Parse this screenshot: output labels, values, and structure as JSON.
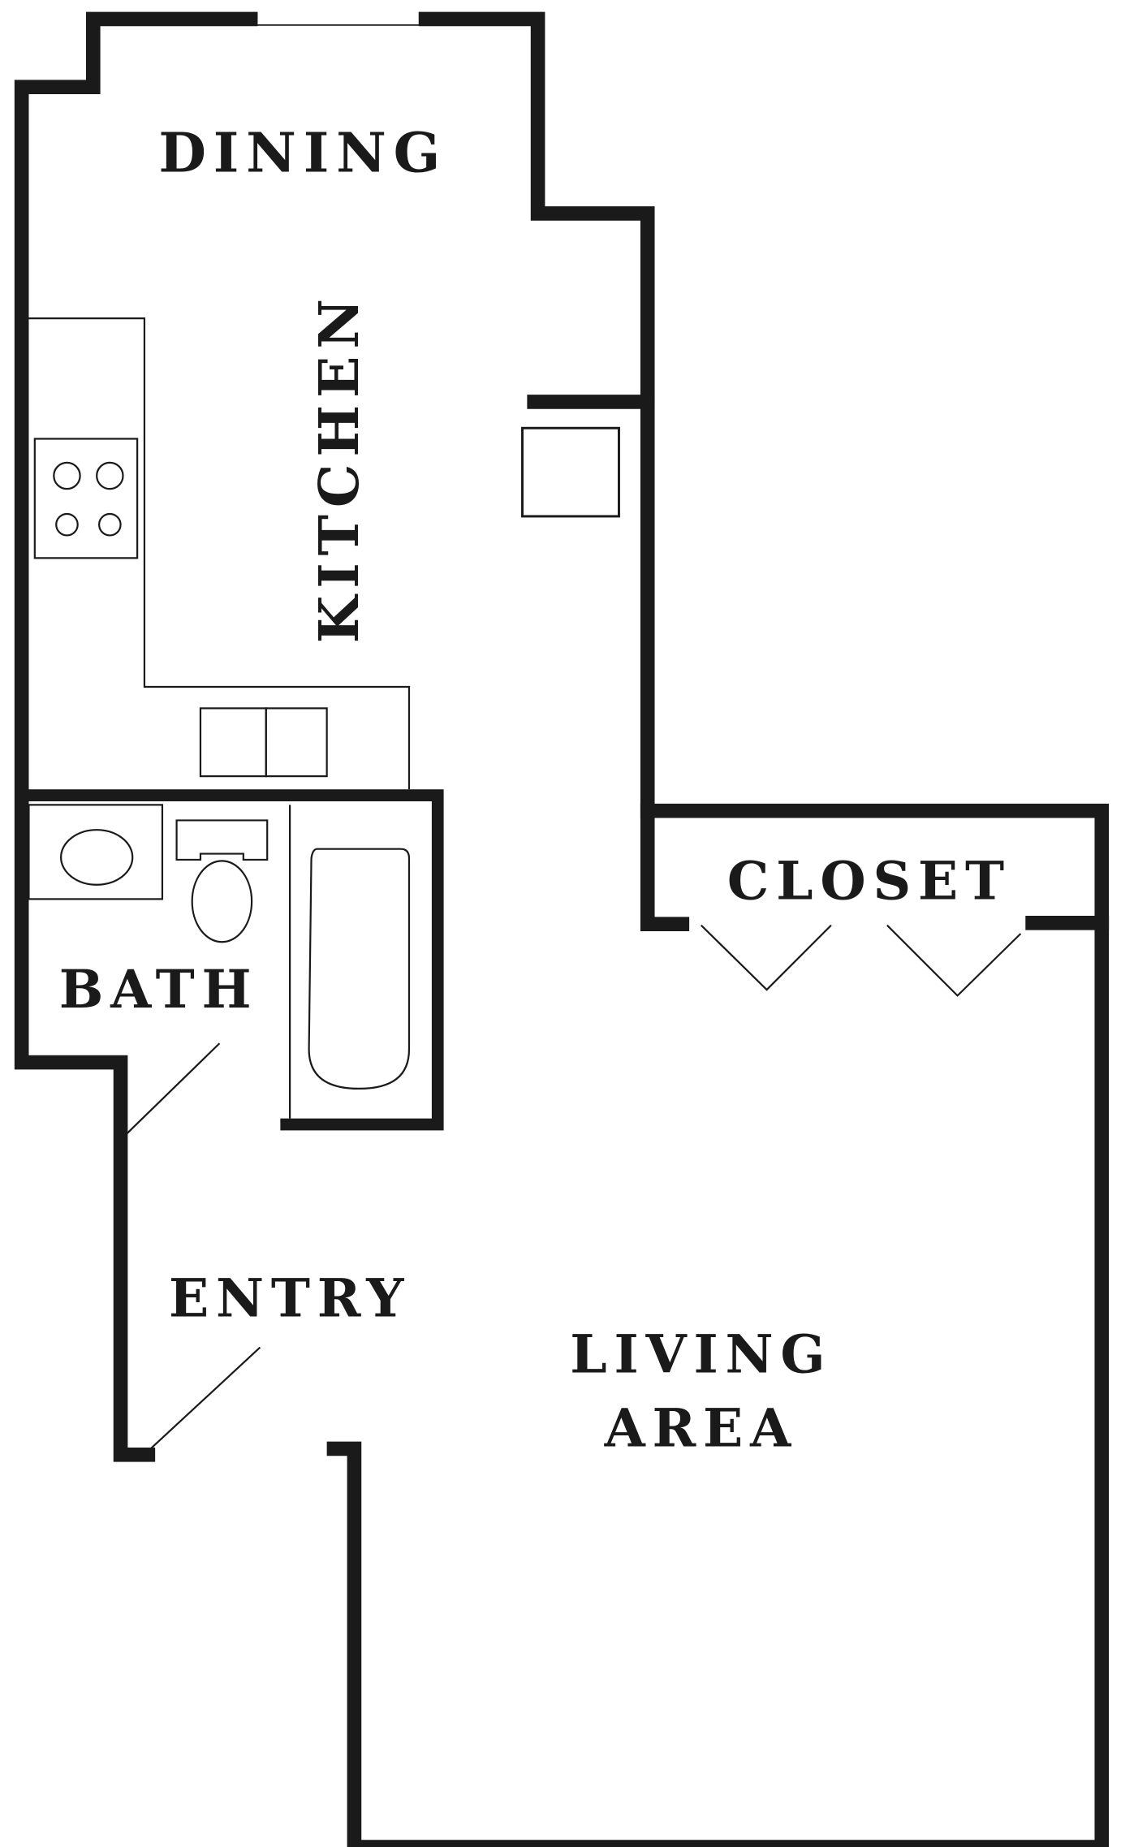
{
  "plan": {
    "rooms": {
      "dining": "DINING",
      "kitchen": "KITCHEN",
      "bath": "BATH",
      "closet": "CLOSET",
      "entry": "ENTRY",
      "living_line1": "LIVING",
      "living_line2": "AREA"
    },
    "colors": {
      "wall": "#1a1a1a",
      "background": "#ffffff",
      "text": "#1a1a1a"
    }
  }
}
